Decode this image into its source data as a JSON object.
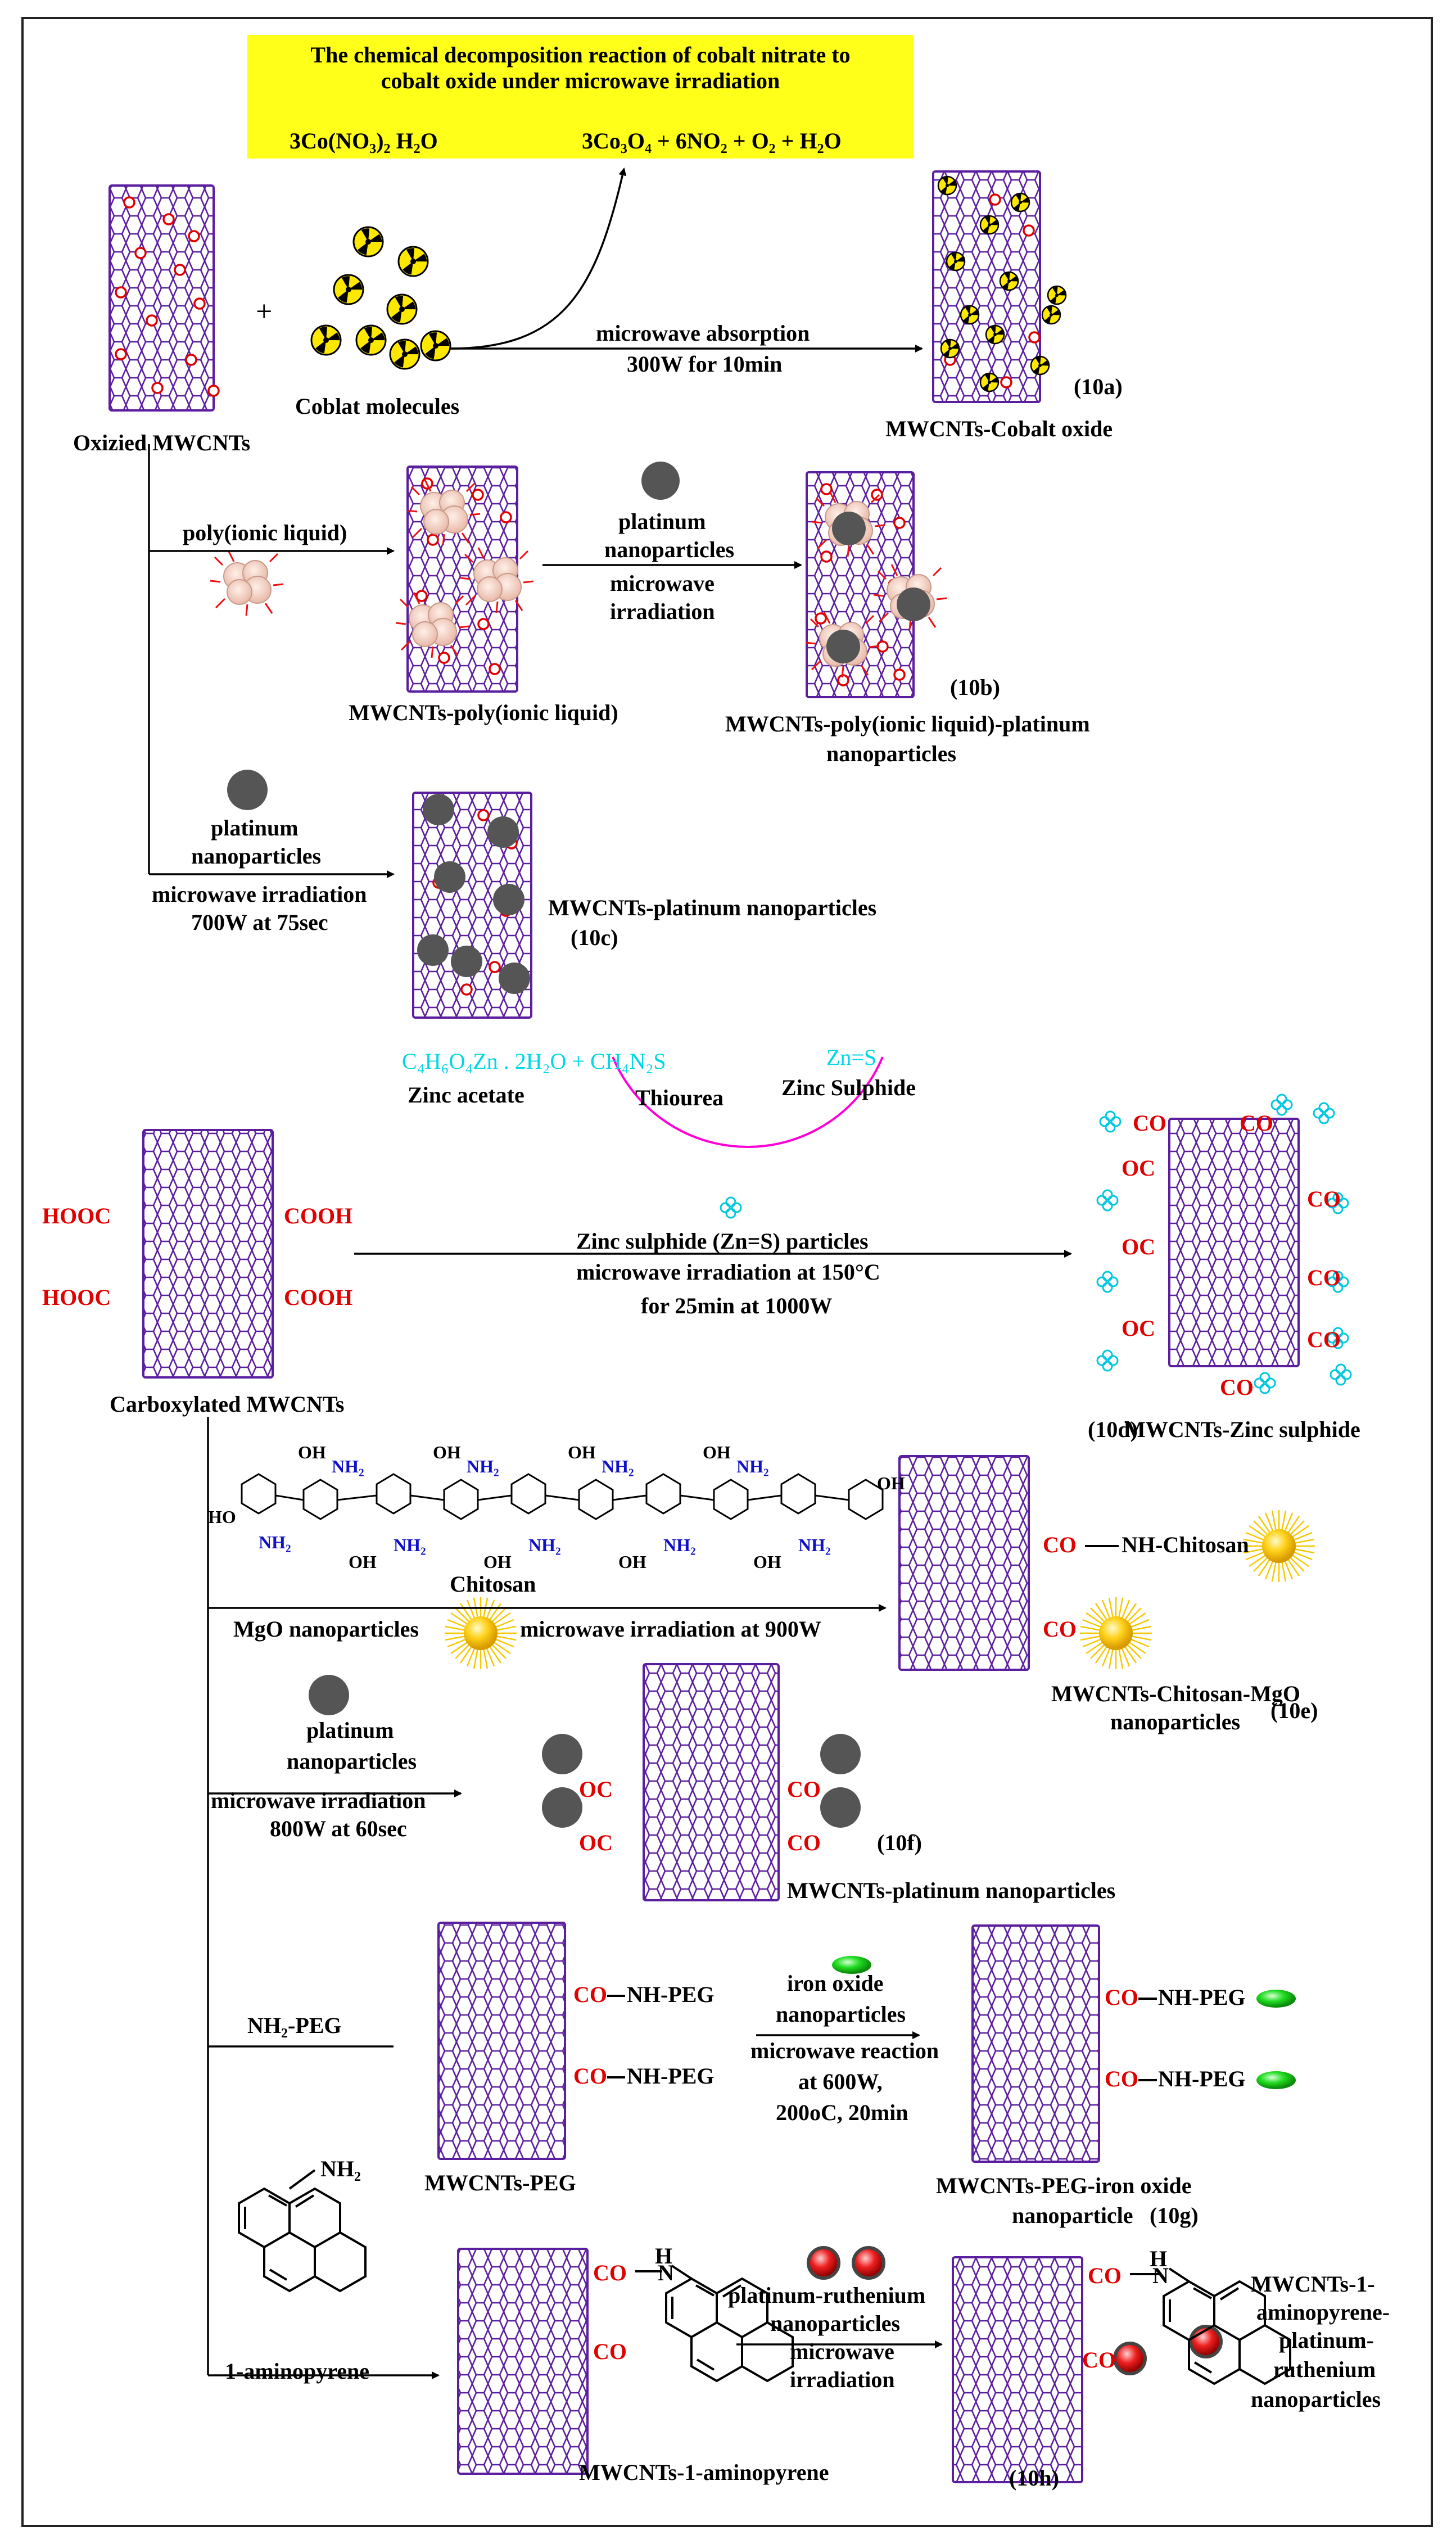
{
  "banner": {
    "title_line1": "The chemical decomposition reaction of cobalt nitrate to",
    "title_line2": "cobalt oxide under microwave irradiation",
    "eq_left": "3Co(NO₃)₂ H₂O",
    "eq_right": "3Co₃O₄ + 6NO₂ + O₂ + H₂O"
  },
  "top_section": {
    "start_label": "Oxizied MWCNTs",
    "plus": "+",
    "cobalt_label": "Coblat molecules",
    "arrow_line1": "microwave absorption",
    "arrow_line2": "300W for 10min",
    "product_label": "MWCNTs-Cobalt oxide",
    "product_id": "(10a)",
    "pil_arrow": "poly(ionic liquid)",
    "pil_label": "MWCNTs-poly(ionic liquid)",
    "pt_arrow_line1": "platinum",
    "pt_arrow_line2": "nanoparticles",
    "pt_arrow_line3": "microwave",
    "pt_arrow_line4": "irradiation",
    "pil_pt_label_line1": "MWCNTs-poly(ionic liquid)-platinum",
    "pil_pt_label_line2": "nanoparticles",
    "pil_pt_id": "(10b)",
    "pt2_line1": "platinum",
    "pt2_line2": "nanoparticles",
    "pt2_line3": "microwave irradiation",
    "pt2_line4": "700W at 75sec",
    "pt2_label": "MWCNTs-platinum  nanoparticles",
    "pt2_id": "(10c)"
  },
  "zinc_section": {
    "reactants_formula": "C₄H₆O₄Zn . 2H₂O + CH₄N₂S",
    "zinc_acetate": "Zinc acetate",
    "thiourea": "Thiourea",
    "zns_formula": "Zn=S",
    "zns_name": "Zinc Sulphide",
    "arrow_line1": "Zinc sulphide (Zn=S) particles",
    "arrow_line2": "microwave irradiation at 150°C",
    "arrow_line3": "for 25min at 1000W",
    "product_label": "MWCNTs-Zinc sulphide",
    "product_id": "(10d)",
    "start_label": "Carboxylated MWCNTs",
    "cooh": "COOH",
    "hooc": "HOOC",
    "oc": "OC",
    "co": "CO"
  },
  "chitosan_section": {
    "chitosan_label": "Chitosan",
    "mgo_label": "MgO nanoparticles",
    "arrow_label": "microwave irradiation at 900W",
    "co_group": "CO",
    "nh_chitosan": "NH-Chitosan",
    "product_label_line1": "MWCNTs-Chitosan-MgO",
    "product_label_line2": "nanoparticles",
    "product_id": "(10e)",
    "oh": "OH",
    "ho": "HO",
    "nh2": "NH₂"
  },
  "pt3_section": {
    "line1": "platinum",
    "line2": "nanoparticles",
    "line3": "microwave irradiation",
    "line4": "800W at 60sec",
    "product_label": "MWCNTs-platinum  nanoparticles",
    "product_id": "(10f)"
  },
  "peg_section": {
    "arrow_label": "NH₂-PEG",
    "nh_peg": "NH-PEG",
    "co": "CO",
    "peg_label": "MWCNTs-PEG",
    "arrow2_line1": "iron oxide",
    "arrow2_line2": "nanoparticles",
    "arrow2_line3": "microwave reaction",
    "arrow2_line4": "at 600W,",
    "arrow2_line5": "200oC, 20min",
    "product_label_line1": "MWCNTs-PEG-iron oxide",
    "product_label_line2": "nanoparticle",
    "product_id": "(10g)"
  },
  "pyrene_section": {
    "nh2": "NH₂",
    "arrow_label": "1-aminopyrene",
    "co": "CO",
    "n_h": "H",
    "n": "N",
    "intermediate_label": "MWCNTs-1-aminopyrene",
    "arrow2_line1": "platinum-ruthenium",
    "arrow2_line2": "nanoparticles",
    "arrow2_line3": "microwave",
    "arrow2_line4": "irradiation",
    "product_line1": "MWCNTs-1-",
    "product_line2": "aminopyrene-",
    "product_line3": "platinum-",
    "product_line4": "ruthenium",
    "product_line5": "nanoparticles",
    "product_id": "(10h)"
  },
  "colors": {
    "nanotube": "#5a1e9e",
    "oxygen_red": "#e00000",
    "banner_yellow": "#ffff1a",
    "platinum_gray": "#555555",
    "zns_cyan": "#00d7e6",
    "magenta_arc": "#ff00d8",
    "iron_green": "#22dd22",
    "ruthenium_red": "#e22020",
    "mgo_gold": "#f5c800"
  }
}
